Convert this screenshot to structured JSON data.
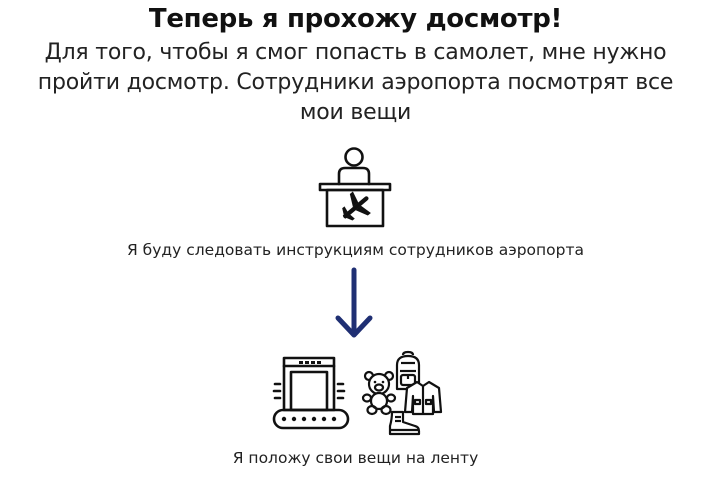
{
  "title": "Теперь я прохожу досмотр!",
  "intro": "Для того, чтобы я смог попасть в самолет, мне нужно пройти досмотр. Сотрудники аэропорта посмотрят все мои вещи",
  "steps": [
    {
      "caption": "Я буду следовать инструкциям сотрудников аэропорта",
      "icon": "airport-staff-desk-icon"
    },
    {
      "caption": "Я положу свои вещи на ленту",
      "icons": [
        "security-scanner-icon",
        "teddy-bear-icon",
        "backpack-icon",
        "jacket-icon",
        "boot-icon"
      ]
    }
  ],
  "colors": {
    "arrow": "#1f2f73",
    "text": "#111111"
  }
}
